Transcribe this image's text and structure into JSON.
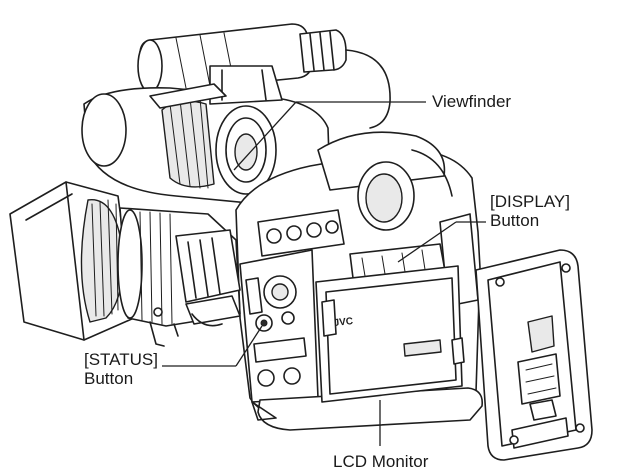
{
  "callouts": {
    "viewfinder": "Viewfinder",
    "display_line1": "[DISPLAY]",
    "display_line2": "Button",
    "status_line1": "[STATUS]",
    "status_line2": "Button",
    "lcd_monitor": "LCD Monitor"
  },
  "logo_text": "JVC",
  "colors": {
    "line": "#1e1e1e",
    "background": "#ffffff"
  }
}
